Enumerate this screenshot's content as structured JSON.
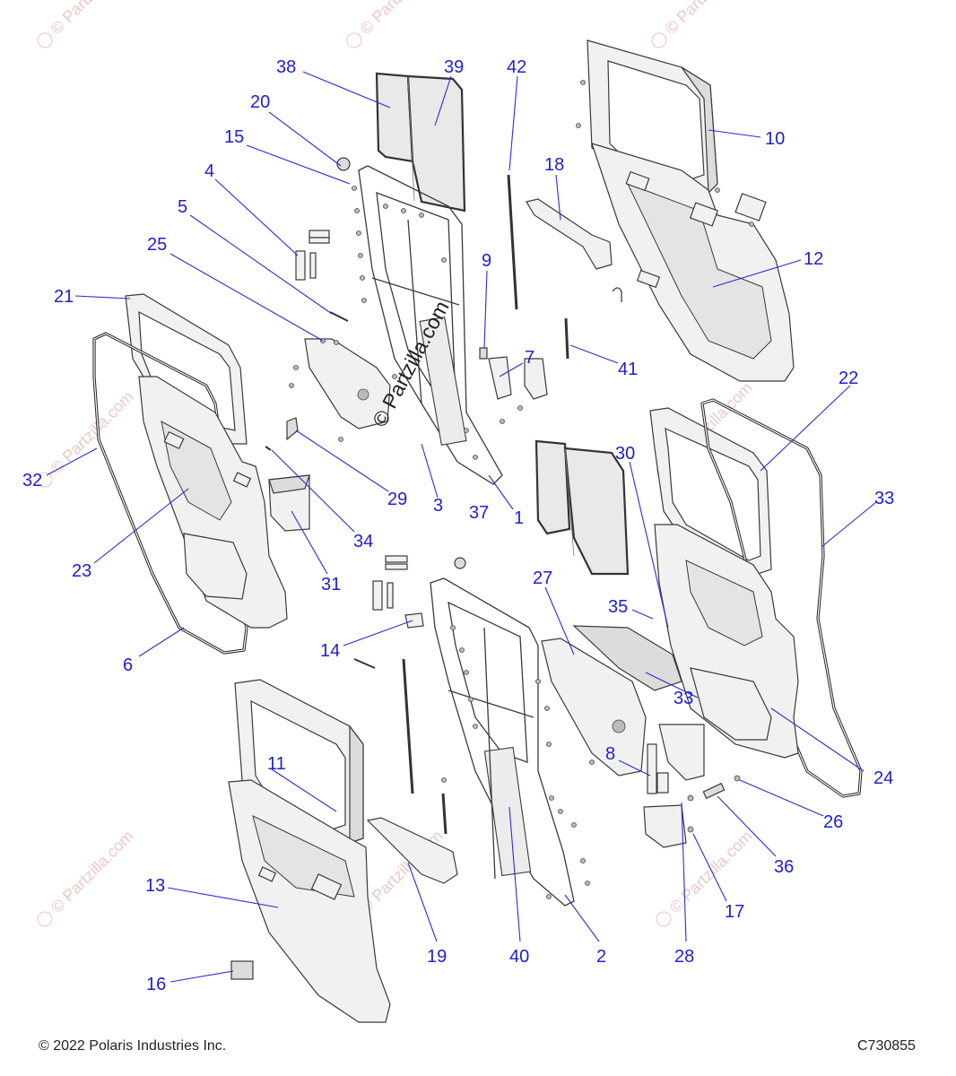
{
  "diagram": {
    "watermark": "© Partzilla.com",
    "copyright": "© 2022 Polaris Industries Inc.",
    "drawing_number": "C730855",
    "callouts": [
      "38",
      "39",
      "42",
      "20",
      "15",
      "10",
      "18",
      "4",
      "12",
      "5",
      "9",
      "25",
      "21",
      "7",
      "41",
      "22",
      "32",
      "29",
      "3",
      "1",
      "30",
      "33",
      "23",
      "34",
      "31",
      "37",
      "27",
      "35",
      "6",
      "14",
      "33",
      "24",
      "8",
      "11",
      "26",
      "36",
      "13",
      "17",
      "19",
      "40",
      "2",
      "28",
      "16"
    ]
  }
}
